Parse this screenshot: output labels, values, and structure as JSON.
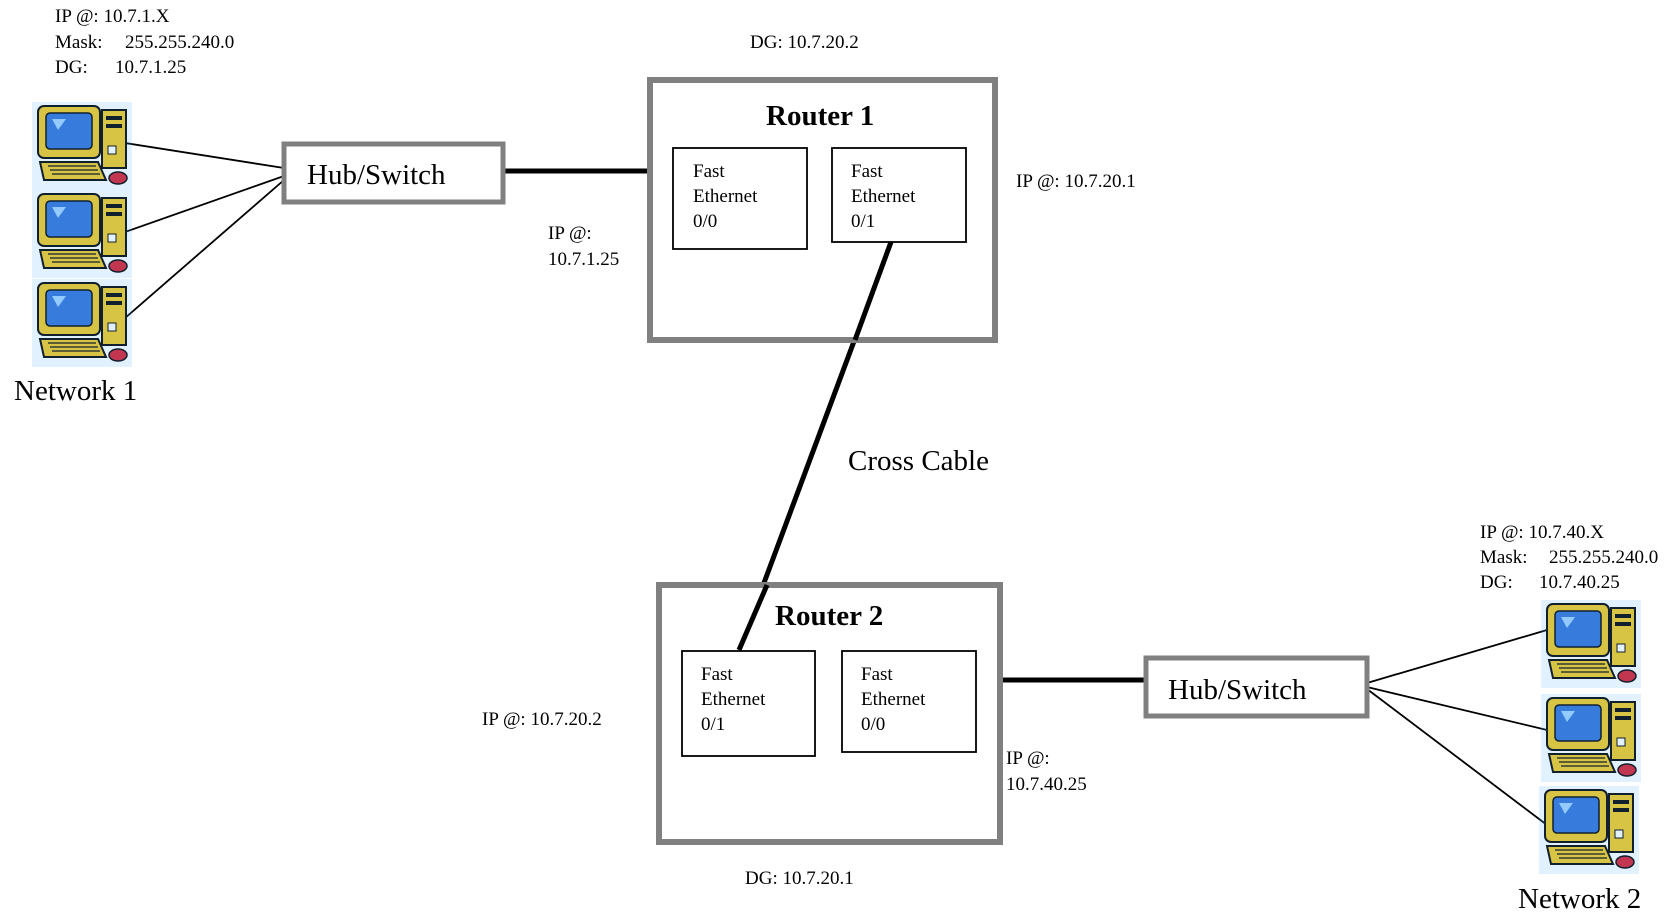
{
  "network1": {
    "config": {
      "ip": "IP @: 10.7.1.X",
      "mask_label": "Mask:",
      "mask": "255.255.240.0",
      "dg_label": "DG:",
      "dg": "10.7.1.25"
    },
    "label": "Network 1",
    "hub_label": "Hub/Switch"
  },
  "router1": {
    "title": "Router 1",
    "dg": "DG:  10.7.20.2",
    "port_left": [
      "Fast",
      "Ethernet",
      "0/0"
    ],
    "port_right": [
      "Fast",
      "Ethernet",
      "0/1"
    ],
    "ip_left_line1": "IP @:",
    "ip_left_line2": "10.7.1.25",
    "ip_right": "IP @: 10.7.20.1"
  },
  "link": {
    "label": "Cross Cable"
  },
  "router2": {
    "title": "Router 2",
    "dg": "DG:  10.7.20.1",
    "port_left": [
      "Fast",
      "Ethernet",
      "0/1"
    ],
    "port_right": [
      "Fast",
      "Ethernet",
      "0/0"
    ],
    "ip_left": "IP @: 10.7.20.2",
    "ip_right_line1": "IP @:",
    "ip_right_line2": "10.7.40.25"
  },
  "network2": {
    "config": {
      "ip": "IP @: 10.7.40.X",
      "mask_label": "Mask:",
      "mask": "255.255.240.0",
      "dg_label": "DG:",
      "dg": "10.7.40.25"
    },
    "label": "Network 2",
    "hub_label": "Hub/Switch"
  },
  "icons": {
    "computer": "desktop-computer-icon"
  }
}
